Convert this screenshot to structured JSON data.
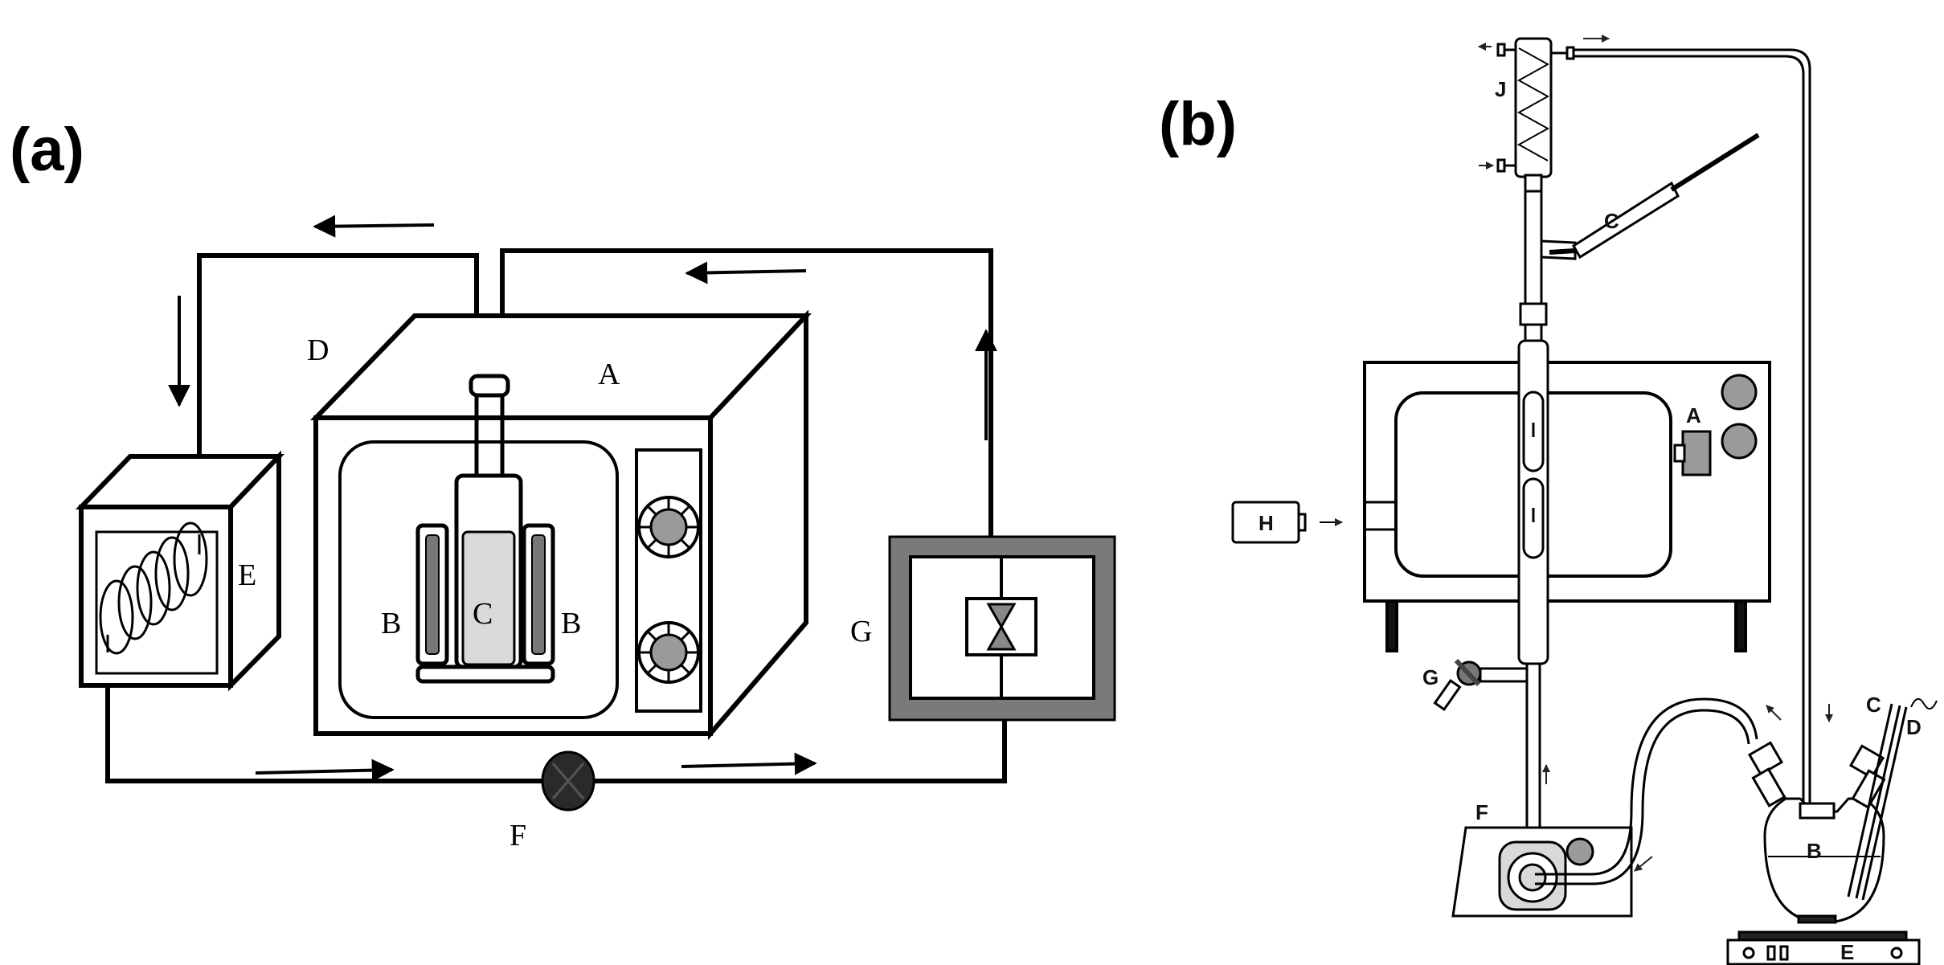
{
  "panel_a": {
    "panel_label": "(a)",
    "labels": {
      "A": "A",
      "B_left": "B",
      "B_right": "B",
      "C": "C",
      "D": "D",
      "E": "E",
      "F": "F",
      "G": "G"
    }
  },
  "panel_b": {
    "panel_label": "(b)",
    "labels": {
      "A": "A",
      "B": "B",
      "C_top": "C",
      "C_right": "C",
      "D": "D",
      "E": "E",
      "F": "F",
      "G": "G",
      "H": "H",
      "J": "J"
    }
  },
  "colors": {
    "line": "#000000",
    "heater_frame": "#7a7a7a",
    "vessel_fill": "#d9d9d9",
    "pump": "#2a2a2a",
    "fan": "#9a9a9a"
  }
}
